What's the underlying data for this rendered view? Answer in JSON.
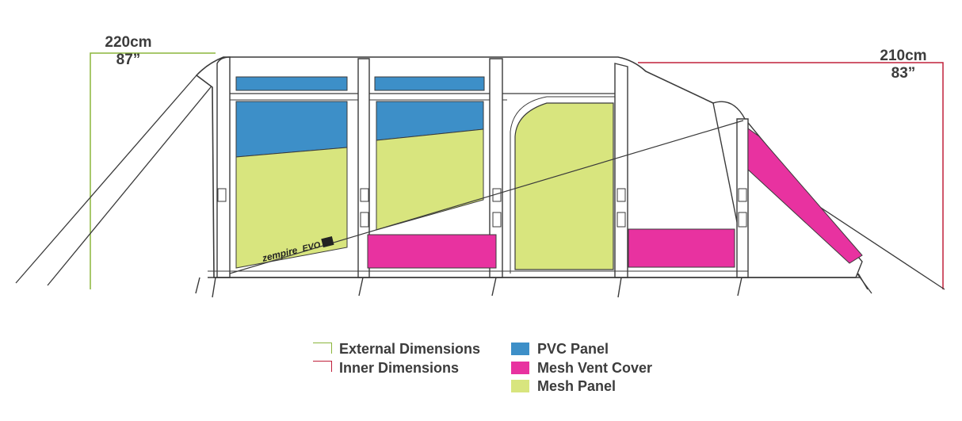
{
  "dimensions": {
    "external": {
      "cm": "220cm",
      "inch": "87”"
    },
    "inner": {
      "cm": "210cm",
      "inch": "83”"
    }
  },
  "logo": {
    "brand": "zempire",
    "model": "EVO"
  },
  "legend": {
    "lines": [
      {
        "label": "External Dimensions",
        "color": "#8bb53c"
      },
      {
        "label": "Inner Dimensions",
        "color": "#c0203b"
      }
    ],
    "swatches": [
      {
        "label": "PVC Panel",
        "color": "#3d8fc8"
      },
      {
        "label": "Mesh Vent Cover",
        "color": "#e832a0"
      },
      {
        "label": "Mesh Panel",
        "color": "#d8e57e"
      }
    ]
  },
  "colors": {
    "external": "#8bb53c",
    "inner": "#c0203b",
    "pvc": "#3d8fc8",
    "vent": "#e832a0",
    "mesh": "#d8e57e",
    "outline": "#3a3a3a"
  }
}
